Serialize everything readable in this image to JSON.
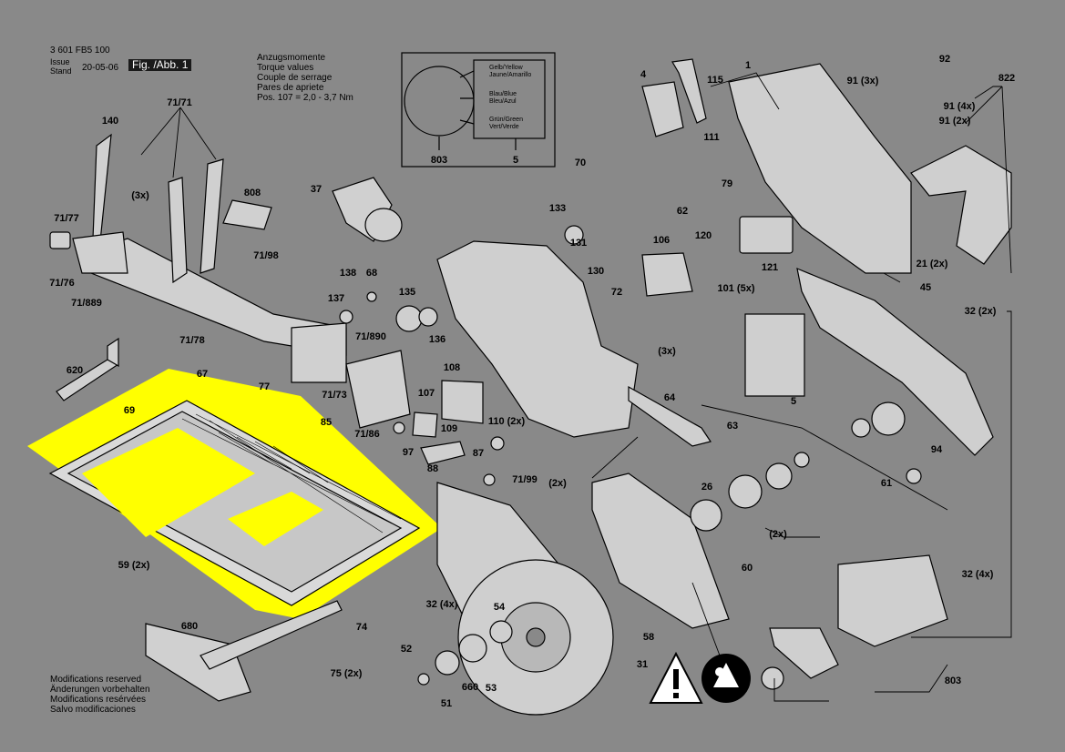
{
  "header": {
    "part_number": "3 601 FB5 100",
    "issue_label": "Issue\nStand",
    "date": "20-05-06",
    "figure": "Fig. /Abb. 1"
  },
  "torque": {
    "lines": [
      "Anzugsmomente",
      "Torque values",
      "Couple de serrage",
      "Pares de apriete",
      "Pos. 107 = 2,0 - 3,7 Nm"
    ]
  },
  "wiring": {
    "labels": [
      "Gelb/Yellow\nJaune/Amarillo",
      "Blau/Blue\nBleu/Azul",
      "Grün/Green\nVert/Verde"
    ],
    "left_ref": "803",
    "right_ref": "5"
  },
  "modifications": {
    "lines": [
      "Modifications reserved",
      "Änderungen vorbehalten",
      "Modifications resérvées",
      "Salvo modificaciones"
    ]
  },
  "parts": [
    {
      "label": "140"
    },
    {
      "label": "71/71"
    },
    {
      "label": "(3x)"
    },
    {
      "label": "71/77"
    },
    {
      "label": "71/76"
    },
    {
      "label": "71/889"
    },
    {
      "label": "808"
    },
    {
      "label": "37"
    },
    {
      "label": "71/98"
    },
    {
      "label": "138"
    },
    {
      "label": "68"
    },
    {
      "label": "137"
    },
    {
      "label": "135"
    },
    {
      "label": "136"
    },
    {
      "label": "71/78"
    },
    {
      "label": "71/890"
    },
    {
      "label": "620"
    },
    {
      "label": "67"
    },
    {
      "label": "77"
    },
    {
      "label": "71/73"
    },
    {
      "label": "69"
    },
    {
      "label": "85"
    },
    {
      "label": "71/86"
    },
    {
      "label": "108"
    },
    {
      "label": "107"
    },
    {
      "label": "109"
    },
    {
      "label": "97"
    },
    {
      "label": "87"
    },
    {
      "label": "88"
    },
    {
      "label": "71/99"
    },
    {
      "label": "110 (2x)"
    },
    {
      "label": "(2x)"
    },
    {
      "label": "59 (2x)"
    },
    {
      "label": "32 (4x)"
    },
    {
      "label": "680"
    },
    {
      "label": "74"
    },
    {
      "label": "75 (2x)"
    },
    {
      "label": "52"
    },
    {
      "label": "54"
    },
    {
      "label": "53"
    },
    {
      "label": "51"
    },
    {
      "label": "660"
    },
    {
      "label": "31"
    },
    {
      "label": "58"
    },
    {
      "label": "26"
    },
    {
      "label": "(2x)"
    },
    {
      "label": "60"
    },
    {
      "label": "803"
    },
    {
      "label": "4"
    },
    {
      "label": "115"
    },
    {
      "label": "111"
    },
    {
      "label": "70"
    },
    {
      "label": "79"
    },
    {
      "label": "62"
    },
    {
      "label": "133"
    },
    {
      "label": "131"
    },
    {
      "label": "130"
    },
    {
      "label": "106"
    },
    {
      "label": "72"
    },
    {
      "label": "101 (5x)"
    },
    {
      "label": "120"
    },
    {
      "label": "121"
    },
    {
      "label": "(3x)"
    },
    {
      "label": "64"
    },
    {
      "label": "63"
    },
    {
      "label": "5"
    },
    {
      "label": "1"
    },
    {
      "label": "91 (3x)"
    },
    {
      "label": "92"
    },
    {
      "label": "822"
    },
    {
      "label": "91 (4x)"
    },
    {
      "label": "91 (2x)"
    },
    {
      "label": "21 (2x)"
    },
    {
      "label": "45"
    },
    {
      "label": "32 (2x)"
    },
    {
      "label": "94"
    },
    {
      "label": "61"
    },
    {
      "label": "32 (4x)"
    },
    {
      "label": "803"
    }
  ],
  "colors": {
    "background": "#898989",
    "highlight": "#ffff00",
    "ink": "#000000"
  },
  "warning_icon": "warning-triangle-icon",
  "manual_icon": "read-manual-icon"
}
